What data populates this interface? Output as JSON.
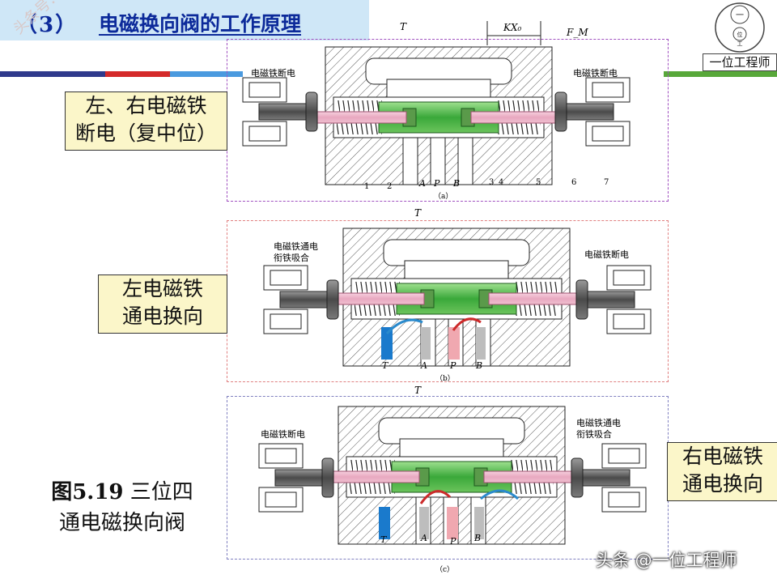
{
  "header": {
    "section_number": "（3）",
    "title": "电磁换向阀的工作原理"
  },
  "logo": {
    "text": "一位工程师",
    "seal_chars": [
      "一",
      "位",
      "工"
    ]
  },
  "watermark": "头条号：一位工",
  "stripe_colors": [
    "#2f3a8c",
    "#d42a2a",
    "#4a9adf",
    "#58a83a"
  ],
  "labels": {
    "panel_a": [
      "左、右电磁铁",
      "断电（复中位）"
    ],
    "panel_b": [
      "左电磁铁",
      "通电换向"
    ],
    "panel_c": [
      "右电磁铁",
      "通电换向"
    ]
  },
  "caption": {
    "fig_no": "图5.19",
    "line1_rest": "三位四",
    "line2": "通电磁换向阀"
  },
  "panel_a": {
    "T": "T",
    "KX": "KX₀",
    "FM": "F_M",
    "left_status": "电磁铁断电",
    "right_status": "电磁铁断电",
    "numbers": [
      "1",
      "2",
      "3",
      "4",
      "5",
      "6",
      "7"
    ],
    "ports": [
      "A",
      "P",
      "B"
    ],
    "sub": "（a）"
  },
  "panel_b": {
    "T": "T",
    "left_status_1": "电磁铁通电",
    "left_status_2": "衔铁吸合",
    "right_status": "电磁铁断电",
    "ports": [
      "T",
      "A",
      "P",
      "B"
    ],
    "sub": "（b）"
  },
  "panel_c": {
    "T": "T",
    "left_status": "电磁铁断电",
    "right_status_1": "电磁铁通电",
    "right_status_2": "衔铁吸合",
    "ports": [
      "T",
      "A",
      "P",
      "B"
    ],
    "sub": "（c）"
  },
  "footer": {
    "credit": "头条 @一位工程师"
  },
  "colors": {
    "title_blue": "#0c2a9a",
    "label_bg": "#fbf6c9",
    "spool_green": "#3aa83a",
    "rod_pink": "#e8a8c0",
    "flow_blue": "#2a8acc",
    "flow_red": "#cc2a2a"
  }
}
